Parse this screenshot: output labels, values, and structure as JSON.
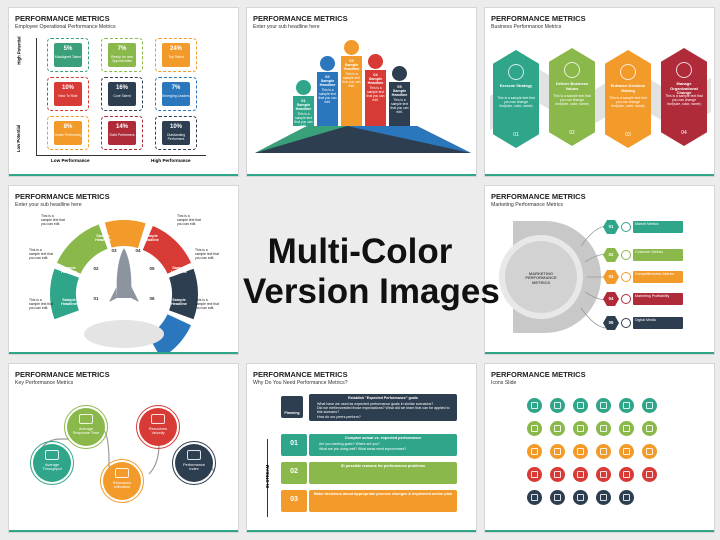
{
  "center": {
    "line1": "Multi-Color",
    "line2": "Version Images"
  },
  "slides": {
    "s1": {
      "title": "PERFORMANCE METRICS",
      "subtitle": "Employee Operational Performance Metrics",
      "y_high": "High Potential",
      "y_low": "Low Potential",
      "x_low": "Low Performance",
      "x_high": "High Performance",
      "cells": [
        {
          "pct": "5%",
          "label": "Misaligned Talent",
          "color": "#3aa07a"
        },
        {
          "pct": "7%",
          "label": "Ready for new Opportunities",
          "color": "#8bb84a"
        },
        {
          "pct": "24%",
          "label": "Top Talent",
          "color": "#f29b2a"
        },
        {
          "pct": "10%",
          "label": "New To Role",
          "color": "#d83a35"
        },
        {
          "pct": "16%",
          "label": "Core Talent",
          "color": "#2d3e50"
        },
        {
          "pct": "7%",
          "label": "Emerging Leaders",
          "color": "#2b77bd"
        },
        {
          "pct": "8%",
          "label": "Under Performing",
          "color": "#f29b2a"
        },
        {
          "pct": "14%",
          "label": "Solid Performers",
          "color": "#b02b3a"
        },
        {
          "pct": "10%",
          "label": "Outstanding Performers",
          "color": "#2d3e50"
        }
      ]
    },
    "s2": {
      "title": "PERFORMANCE METRICS",
      "subtitle": "Enter your sub headline here",
      "items": [
        {
          "num": "01",
          "head": "Sample Headline",
          "text": "This is a sample text that you can edit."
        },
        {
          "num": "02",
          "head": "Sample Headline",
          "text": "This is a sample text that you can edit."
        },
        {
          "num": "03",
          "head": "Sample Headline",
          "text": "This is a sample text that you can edit."
        },
        {
          "num": "04",
          "head": "Sample Headline",
          "text": "This is a sample text that you can edit."
        },
        {
          "num": "05",
          "head": "Sample Headline",
          "text": "This is a sample text that you can edit."
        }
      ]
    },
    "s3": {
      "title": "PERFORMANCE METRICS",
      "subtitle": "Business Performance Metrics",
      "items": [
        {
          "num": "01",
          "head": "Execute Strategy",
          "text": "This is a sample text that you can change font(size, color, name)"
        },
        {
          "num": "02",
          "head": "Deliver Business Values",
          "text": "This is a sample text that you can change font(size, color, name)"
        },
        {
          "num": "03",
          "head": "Enhance Decision Making",
          "text": "This is a sample text that you can change font(size, color, name)"
        },
        {
          "num": "04",
          "head": "Manage Organizational Change",
          "text": "This is a sample text that you can change font(size, color, name)"
        }
      ]
    },
    "s4": {
      "title": "PERFORMANCE METRICS",
      "subtitle": "Enter your sub headline here",
      "head": "Sample Headline",
      "text": "This is a sample text that you can edit.",
      "nums": [
        "01",
        "02",
        "03",
        "04",
        "05",
        "06"
      ]
    },
    "s5": {
      "title": "PERFORMANCE METRICS",
      "subtitle": "Marketing Performance Metrics",
      "center": "MARKETING PERFORMANCE METRICS",
      "items": [
        {
          "num": "01",
          "label": "Market Metrics"
        },
        {
          "num": "02",
          "label": "Customer Metrics"
        },
        {
          "num": "03",
          "label": "Competitiveness Metrics"
        },
        {
          "num": "04",
          "label": "Marketing Profitability"
        },
        {
          "num": "05",
          "label": "Digital Media"
        }
      ]
    },
    "s6": {
      "title": "PERFORMANCE METRICS",
      "subtitle": "Key Performance Metrics",
      "items": [
        {
          "label": "Average Throughput"
        },
        {
          "label": "Average Response Time"
        },
        {
          "label": "Resources Utilization"
        },
        {
          "label": "Resources Velocity"
        },
        {
          "label": "Performance Index"
        }
      ]
    },
    "s7": {
      "title": "PERFORMANCE METRICS",
      "subtitle": "Why Do You Need Performance Metrics?",
      "planning": "Planning",
      "instream": "IN-STREAM",
      "top_head": "Establish \"Expected Performance\" goals",
      "top_bullets": [
        "What have we used as expected performance goals in similar scenarios?",
        "Did we met/exceeded those expectations? What did we learn that can be applied to this scenario?",
        "How do our peers perform?"
      ],
      "rows": [
        {
          "num": "01",
          "head": "Compare actual vs. expected performance",
          "bullets": [
            "Are you meeting goals? Where are you?",
            "What are you doing well? What areas need improvement?"
          ]
        },
        {
          "num": "02",
          "head": "ID possible reasons for performance problems",
          "bullets": []
        },
        {
          "num": "03",
          "head": "Make decisions about appropriate process changes & implement action plan",
          "bullets": []
        }
      ]
    },
    "s8": {
      "title": "PERFORMANCE METRICS",
      "subtitle": "Icons Slide"
    }
  },
  "colors": {
    "teal": "#2fa589",
    "green": "#8bb84a",
    "orange": "#f29b2a",
    "red": "#d83a35",
    "navy": "#2d3e50",
    "blue": "#2b77bd",
    "crimson": "#b02b3a"
  }
}
